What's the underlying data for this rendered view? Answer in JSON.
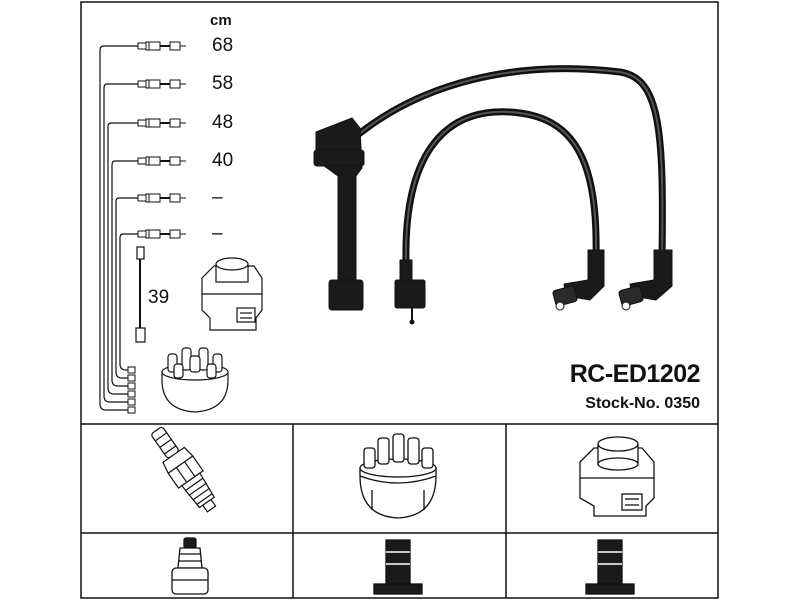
{
  "header": {
    "unit_label": "cm",
    "lengths": [
      "68",
      "58",
      "48",
      "40",
      "–",
      "–"
    ],
    "coil_lead_length": "39"
  },
  "product": {
    "code": "RC-ED1202",
    "stock_number": "Stock-No. 0350"
  },
  "components": {
    "row_top": [
      "spark-plug-icon",
      "distributor-cap-icon",
      "ignition-coil-icon"
    ],
    "row_bottom": [
      "plug-boot-connector-icon",
      "tower-terminal-icon",
      "tower-terminal-icon"
    ]
  },
  "colors": {
    "line": "#111111",
    "background": "#ffffff"
  }
}
